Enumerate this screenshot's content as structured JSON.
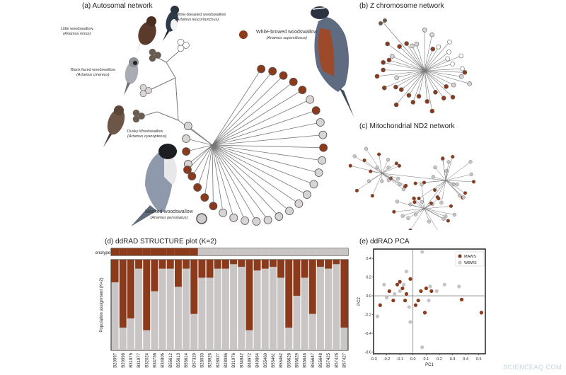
{
  "panels": {
    "a": {
      "letter": "(a)",
      "title": "Autosomal network"
    },
    "b": {
      "letter": "(b)",
      "title": "Z chromosome network"
    },
    "c": {
      "letter": "(c)",
      "title": "Mitochondrial ND2 network"
    },
    "d": {
      "letter": "(d)",
      "title": "ddRAD STRUCTURE plot (K=2)"
    },
    "e": {
      "letter": "(e)",
      "title": "ddRAD PCA"
    }
  },
  "birds": [
    {
      "common": "Little woodswallow",
      "latin": "(Artamus minor)"
    },
    {
      "common": "White-breasted woodswallow",
      "latin": "(Artamus leucorhynchus)"
    },
    {
      "common": "Black-faced woodswallow",
      "latin": "(Artamus cinereus)"
    },
    {
      "common": "Dusky Woodswallow",
      "latin": "(Artamus cyanopterus)"
    }
  ],
  "legend_species": [
    {
      "common": "White-browed woodswallow",
      "latin": "(Artamus superciliosus)",
      "color": "#8b3a1c"
    },
    {
      "common": "Masked woodswallow",
      "latin": "(Artamus personatus)",
      "color": "#d0cdcc"
    }
  ],
  "colors": {
    "maws": "#8b3a1c",
    "wbws": "#c9c5c4",
    "outgroup": "#6b5a4e",
    "line": "#777777"
  },
  "structure": {
    "phenotype_label": "Phenotype",
    "ylabel": "Population assignment (K=2)",
    "samples": [
      "B20997",
      "B20998",
      "B31975",
      "B31977",
      "B32024",
      "B34756",
      "B34806",
      "B55612",
      "B55613",
      "B55614",
      "B57329",
      "B28933",
      "B28926",
      "B28927",
      "B28986",
      "B31976",
      "B34842",
      "B48972",
      "B49864",
      "B55460",
      "B55461",
      "B55462",
      "B55628",
      "B55629",
      "B55646",
      "B55647",
      "B55648",
      "B57425",
      "B57426",
      "B57427"
    ],
    "phenotype": [
      "MAWS",
      "MAWS",
      "MAWS",
      "MAWS",
      "MAWS",
      "MAWS",
      "MAWS",
      "MAWS",
      "MAWS",
      "MAWS",
      "MAWS",
      "WBWS",
      "WBWS",
      "WBWS",
      "WBWS",
      "WBWS",
      "WBWS",
      "WBWS",
      "WBWS",
      "WBWS",
      "WBWS",
      "WBWS",
      "WBWS",
      "WBWS",
      "WBWS",
      "WBWS",
      "WBWS",
      "WBWS",
      "WBWS",
      "WBWS"
    ],
    "maws_fraction": [
      0.25,
      0.75,
      0.65,
      0.1,
      0.78,
      0.35,
      0.1,
      0.1,
      0.3,
      0.1,
      0.6,
      0.2,
      0.2,
      0.1,
      0.1,
      0.05,
      0.08,
      0.78,
      0.12,
      0.1,
      0.08,
      0.2,
      0.75,
      0.4,
      0.2,
      0.6,
      0.08,
      0.1,
      0.05,
      0.75
    ]
  },
  "chart_data": {
    "type": "scatter",
    "title": "ddRAD PCA",
    "xlabel": "PC1",
    "ylabel": "PC2",
    "xlim": [
      -0.3,
      0.55
    ],
    "ylim": [
      -0.62,
      0.5
    ],
    "xticks": [
      "-0.3",
      "-0.2",
      "-0.1",
      "0.0",
      "0.1",
      "0.2",
      "0.3",
      "0.4",
      "0.5"
    ],
    "yticks": [
      "0.4",
      "0.2",
      "0.0",
      "-0.2",
      "-0.4",
      "-0.6"
    ],
    "legend": "top-right",
    "grid": false,
    "series": [
      {
        "name": "MAWS",
        "color": "#8b3a1c",
        "points": [
          [
            -0.25,
            -0.1
          ],
          [
            -0.18,
            0.05
          ],
          [
            -0.15,
            -0.05
          ],
          [
            -0.12,
            0.12
          ],
          [
            -0.1,
            0.15
          ],
          [
            -0.08,
            0.08
          ],
          [
            -0.06,
            -0.05
          ],
          [
            -0.05,
            0.02
          ],
          [
            -0.02,
            0.18
          ],
          [
            0.02,
            -0.1
          ],
          [
            0.04,
            -0.05
          ],
          [
            0.06,
            0.05
          ],
          [
            0.09,
            -0.18
          ],
          [
            0.1,
            0.08
          ],
          [
            0.14,
            0.05
          ],
          [
            0.37,
            -0.04
          ],
          [
            0.52,
            -0.18
          ]
        ]
      },
      {
        "name": "WBWS",
        "color": "#c6c3c2",
        "points": [
          [
            -0.27,
            -0.22
          ],
          [
            -0.22,
            0.12
          ],
          [
            -0.2,
            -0.02
          ],
          [
            -0.14,
            0.02
          ],
          [
            -0.1,
            0.05
          ],
          [
            -0.07,
            0.12
          ],
          [
            -0.05,
            0.26
          ],
          [
            -0.03,
            -0.12
          ],
          [
            -0.02,
            -0.28
          ],
          [
            0.07,
            0.47
          ],
          [
            0.12,
            -0.05
          ],
          [
            0.13,
            0.1
          ],
          [
            0.18,
            0.05
          ],
          [
            0.24,
            0.12
          ],
          [
            0.35,
            0.1
          ],
          [
            0.07,
            -0.55
          ]
        ]
      }
    ]
  },
  "watermark": "SCIENCEAQ.COM"
}
